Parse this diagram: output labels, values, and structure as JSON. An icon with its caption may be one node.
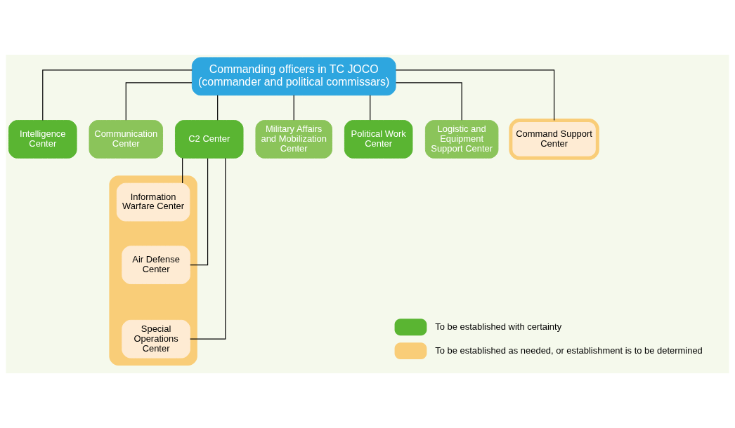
{
  "diagram": {
    "nodes": [
      {
        "text": [
          "Commanding officers in TC JOCO",
          "(commander and political commissars)"
        ]
      },
      {
        "text": [
          "Intelligence Center"
        ]
      },
      {
        "text": [
          "Communication Center"
        ]
      },
      {
        "text": [
          "C2 Center"
        ]
      },
      {
        "text": [
          "Military Affairs and Mobilization Center"
        ]
      },
      {
        "text": [
          "Political Work Center"
        ]
      },
      {
        "text": [
          "Logistic and Equipment Support Center"
        ]
      },
      {
        "text": [
          "Command Support Center"
        ]
      },
      {
        "text": [],
        "shape": "box"
      },
      {
        "text": [
          "Information Warfare Center"
        ],
        "in": 8
      },
      {
        "text": [
          "Air Defense Center"
        ],
        "in": 8
      },
      {
        "text": [
          "Special Operations Center"
        ],
        "in": 8
      }
    ],
    "edges": [
      {
        "from": 0,
        "to": 1,
        "arrow": "none"
      },
      {
        "from": 0,
        "to": 2,
        "arrow": "none"
      },
      {
        "from": 0,
        "to": 3,
        "arrow": "none"
      },
      {
        "from": 0,
        "to": 4,
        "arrow": "none"
      },
      {
        "from": 0,
        "to": 5,
        "arrow": "none"
      },
      {
        "from": 0,
        "to": 6,
        "arrow": "none"
      },
      {
        "from": 0,
        "to": 7,
        "arrow": "none"
      },
      {
        "from": 3,
        "to": 9,
        "arrow": "none"
      },
      {
        "from": 3,
        "to": 10,
        "arrow": "none"
      },
      {
        "from": 3,
        "to": 11,
        "arrow": "none"
      }
    ],
    "legend": [
      {
        "text": "To be established with certainty",
        "color": "#5ab532"
      },
      {
        "text": "To be established as needed, or establishment is to be determined",
        "color": "#f9cd78"
      }
    ]
  }
}
